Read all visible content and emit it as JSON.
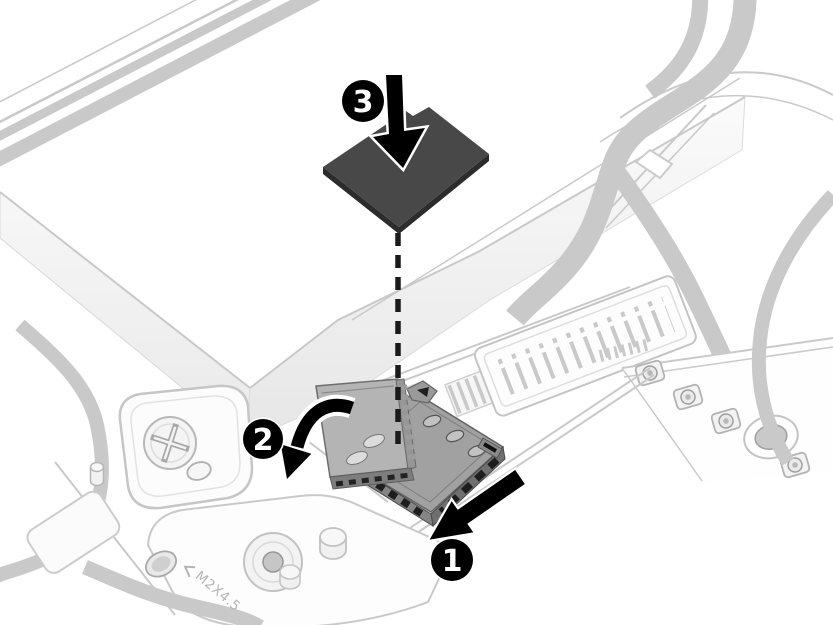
{
  "callouts": {
    "step1": {
      "label": "1"
    },
    "step2": {
      "label": "2"
    },
    "step3": {
      "label": "3"
    }
  },
  "labels": {
    "screw_spec": "M2X4.5"
  },
  "colors": {
    "callout_bg": "#000000",
    "callout_text": "#ffffff",
    "arrow": "#000000",
    "sim_card": "#484848",
    "sim_card_edge": "#2c2c2c",
    "connector_top": "#a1a1a1",
    "connector_door": "#b4b4b4",
    "connector_side_right": "#6f6f6f",
    "connector_side_left": "#858585",
    "guide_line": "#1a1a1a",
    "screw_label_text": "#b5b5b5",
    "lineart": "#c9c9c9"
  }
}
